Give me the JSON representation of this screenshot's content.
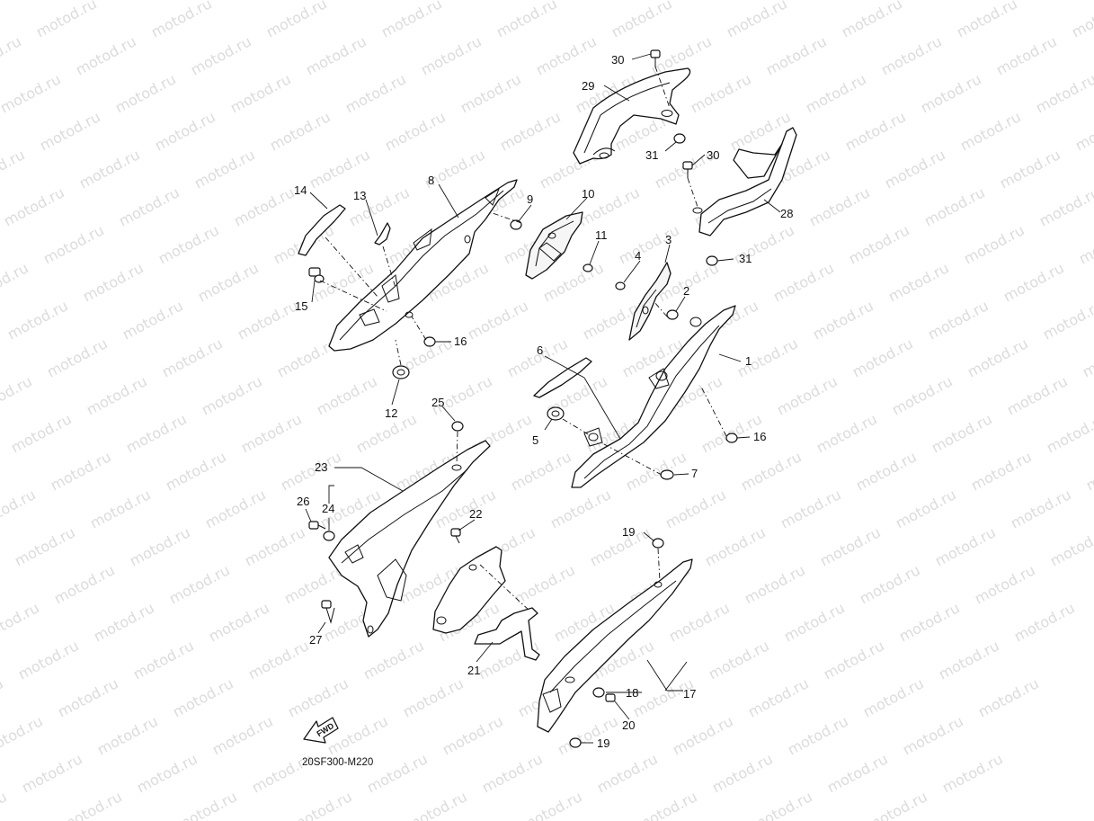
{
  "watermark": {
    "text": "motod.ru"
  },
  "diagram_code": "20SF300-M220",
  "fwd_arrow_label": "FWD",
  "callouts": [
    {
      "id": "c1",
      "label": "1"
    },
    {
      "id": "c2",
      "label": "2"
    },
    {
      "id": "c3",
      "label": "3"
    },
    {
      "id": "c4",
      "label": "4"
    },
    {
      "id": "c5",
      "label": "5"
    },
    {
      "id": "c6",
      "label": "6"
    },
    {
      "id": "c7",
      "label": "7"
    },
    {
      "id": "c8",
      "label": "8"
    },
    {
      "id": "c9",
      "label": "9"
    },
    {
      "id": "c10",
      "label": "10"
    },
    {
      "id": "c11",
      "label": "11"
    },
    {
      "id": "c12",
      "label": "12"
    },
    {
      "id": "c13",
      "label": "13"
    },
    {
      "id": "c14",
      "label": "14"
    },
    {
      "id": "c15",
      "label": "15"
    },
    {
      "id": "c16a",
      "label": "16"
    },
    {
      "id": "c16b",
      "label": "16"
    },
    {
      "id": "c17",
      "label": "17"
    },
    {
      "id": "c18",
      "label": "18"
    },
    {
      "id": "c19a",
      "label": "19"
    },
    {
      "id": "c19b",
      "label": "19"
    },
    {
      "id": "c20",
      "label": "20"
    },
    {
      "id": "c21",
      "label": "21"
    },
    {
      "id": "c22",
      "label": "22"
    },
    {
      "id": "c23",
      "label": "23"
    },
    {
      "id": "c24",
      "label": "24"
    },
    {
      "id": "c25",
      "label": "25"
    },
    {
      "id": "c26",
      "label": "26"
    },
    {
      "id": "c27",
      "label": "27"
    },
    {
      "id": "c28",
      "label": "28"
    },
    {
      "id": "c29",
      "label": "29"
    },
    {
      "id": "c30a",
      "label": "30"
    },
    {
      "id": "c30b",
      "label": "30"
    },
    {
      "id": "c31a",
      "label": "31"
    },
    {
      "id": "c31b",
      "label": "31"
    }
  ]
}
